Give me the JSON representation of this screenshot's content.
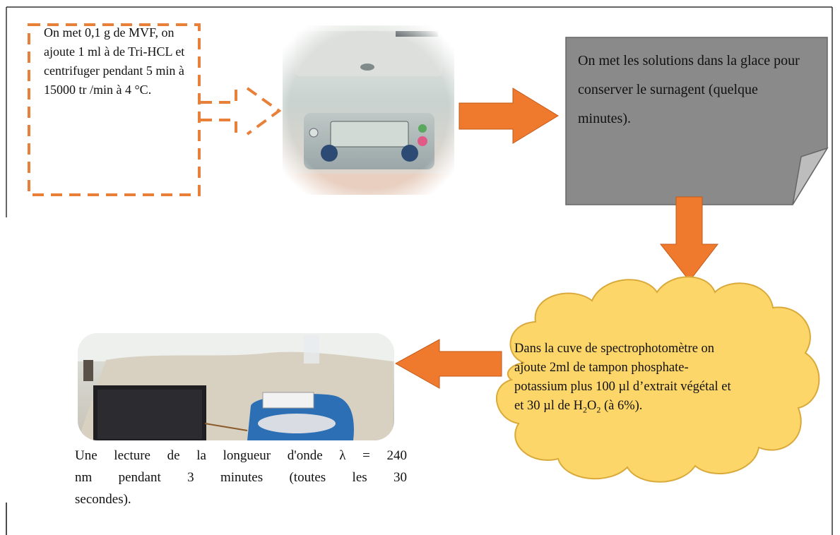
{
  "steps": {
    "step1": {
      "text": "On met 0,1 g de MVF, on ajoute 1 ml à de Tri-HCL et centrifuger pendant 5 min à 15000 tr /min à 4 °C."
    },
    "step2": {
      "text": "On met les solutions dans la glace pour conserver le surnagent (quelque minutes)."
    },
    "step3": {
      "line1": "Dans la cuve de spectrophotomètre on",
      "line2": "ajoute  2ml de tampon phosphate-",
      "line3": "potassium plus 100 µl d’extrait végétal et",
      "line4_prefix": "et 30 µl de H",
      "sub1": "2",
      "mid": "O",
      "sub2": "2",
      "line4_suffix": " (à 6%)."
    },
    "step4": {
      "line1": "Une lecture de la longueur d'onde λ = 240",
      "line2": "nm pendant 3 minutes (toutes les 30",
      "line3": "secondes)."
    }
  },
  "colors": {
    "arrow": "#ef7a2e",
    "dashed_border": "#e8803a",
    "note_fill": "#8a8a8a",
    "cloud_fill": "#fdd66a",
    "cloud_stroke": "#d9a93a"
  },
  "icons": {
    "centrifuge": "centrifuge-photo",
    "spectrophotometer": "spectrophotometer-photo"
  }
}
